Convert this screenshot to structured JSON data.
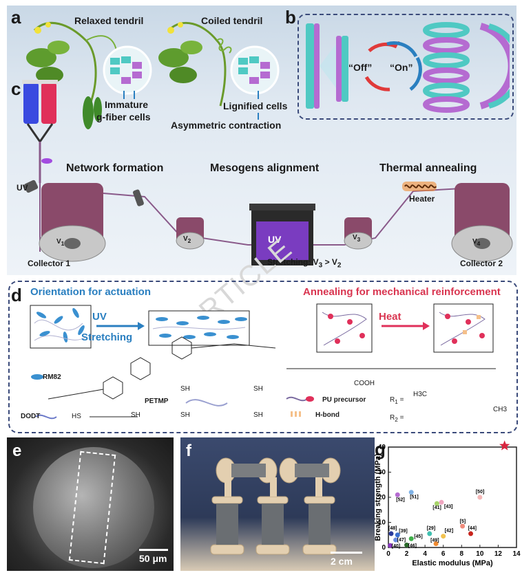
{
  "panels": {
    "a": "a",
    "b": "b",
    "c": "c",
    "d": "d",
    "e": "e",
    "f": "f",
    "g": "g"
  },
  "panel_a": {
    "relaxed": "Relaxed tendril",
    "coiled": "Coiled tendril",
    "immature": "Immature",
    "gfiber": "g-fiber cells",
    "lignified": "Lignified cells",
    "asym": "Asymmetric contraction"
  },
  "panel_b": {
    "off": "“Off”",
    "on": "“On”"
  },
  "panel_c": {
    "uv": "UV",
    "network": "Network formation",
    "mesogens": "Mesogens alignment",
    "thermal": "Thermal annealing",
    "heater": "Heater",
    "uv_box": "UV",
    "collector1": "Collector 1",
    "collector2": "Collector 2",
    "stretching": "Stretching: V",
    "stretching_sub3": "3",
    "stretching_gt": " > V",
    "stretching_sub2": "2",
    "v1": "V",
    "v1s": "1",
    "v2": "V",
    "v2s": "2",
    "v3": "V",
    "v3s": "3",
    "v4": "V",
    "v4s": "4",
    "watermark": "ARTICLE"
  },
  "panel_d": {
    "orientation": "Orientation for actuation",
    "annealing": "Annealing for mechanical reinforcement",
    "uv": "UV",
    "stretching": "Stretching",
    "heat": "Heat",
    "rm82": "RM82",
    "petmp": "PETMP",
    "dodt": "DODT",
    "pu": "PU precursor",
    "hbond": "H-bond",
    "r1": "R",
    "r1s": "1",
    "r2": "R",
    "r2s": "2",
    "cooh": "COOH",
    "sh": "SH",
    "hs": "HS",
    "eq": "=",
    "h3c": "H3C",
    "ch3": "CH3"
  },
  "panel_e": {
    "scale": "50 μm"
  },
  "panel_f": {
    "scale": "2 cm"
  },
  "colors": {
    "blue": "#2a7fc0",
    "red": "#d93550",
    "cyan": "#4fc9c3",
    "purple": "#b56bd1",
    "navy": "#3a4a7a"
  },
  "chart_data": {
    "type": "scatter",
    "xlabel": "Elastic modulus (MPa)",
    "ylabel": "Breaking strength (MPa)",
    "xlim": [
      0,
      14
    ],
    "ylim": [
      0,
      40
    ],
    "xticks": [
      0,
      2,
      4,
      6,
      8,
      10,
      12,
      14
    ],
    "yticks": [
      0,
      10,
      20,
      30,
      40
    ],
    "grid": false,
    "points": [
      {
        "label": "[52]",
        "x": 1.0,
        "y": 21,
        "color": "#b56bd1"
      },
      {
        "label": "[51]",
        "x": 2.5,
        "y": 22,
        "color": "#7fb2e6"
      },
      {
        "label": "[41]",
        "x": 5.3,
        "y": 17.5,
        "color": "#a7d46a"
      },
      {
        "label": "[43]",
        "x": 5.8,
        "y": 18,
        "color": "#f0a6c0"
      },
      {
        "label": "[50]",
        "x": 10.0,
        "y": 20,
        "color": "#f4b6b6"
      },
      {
        "label": "[5]",
        "x": 8.1,
        "y": 8.5,
        "color": "#f08a7a"
      },
      {
        "label": "[44]",
        "x": 9.0,
        "y": 5.5,
        "color": "#c8241c"
      },
      {
        "label": "[29]",
        "x": 4.5,
        "y": 5.5,
        "color": "#3fc0b0"
      },
      {
        "label": "[42]",
        "x": 6.0,
        "y": 4.5,
        "color": "#f2c24f"
      },
      {
        "label": "[49]",
        "x": 5.2,
        "y": 1.5,
        "color": "#f08a30"
      },
      {
        "label": "[45]",
        "x": 2.5,
        "y": 3.5,
        "color": "#3fb04a"
      },
      {
        "label": "[46]",
        "x": 2.0,
        "y": 1.0,
        "color": "#2b6b2b"
      },
      {
        "label": "[48]",
        "x": 0.3,
        "y": 5.5,
        "color": "#2a3a9a"
      },
      {
        "label": "[39]",
        "x": 1.0,
        "y": 5.0,
        "color": "#3a6fd0"
      },
      {
        "label": "[47]",
        "x": 0.8,
        "y": 3.0,
        "color": "#6a8adf"
      },
      {
        "label": "[40]",
        "x": 0.2,
        "y": 0.8,
        "color": "#8a3ac0"
      }
    ],
    "highlight": {
      "x": 12.7,
      "y": 40.5,
      "color": "#d8253f",
      "marker": "star"
    }
  }
}
